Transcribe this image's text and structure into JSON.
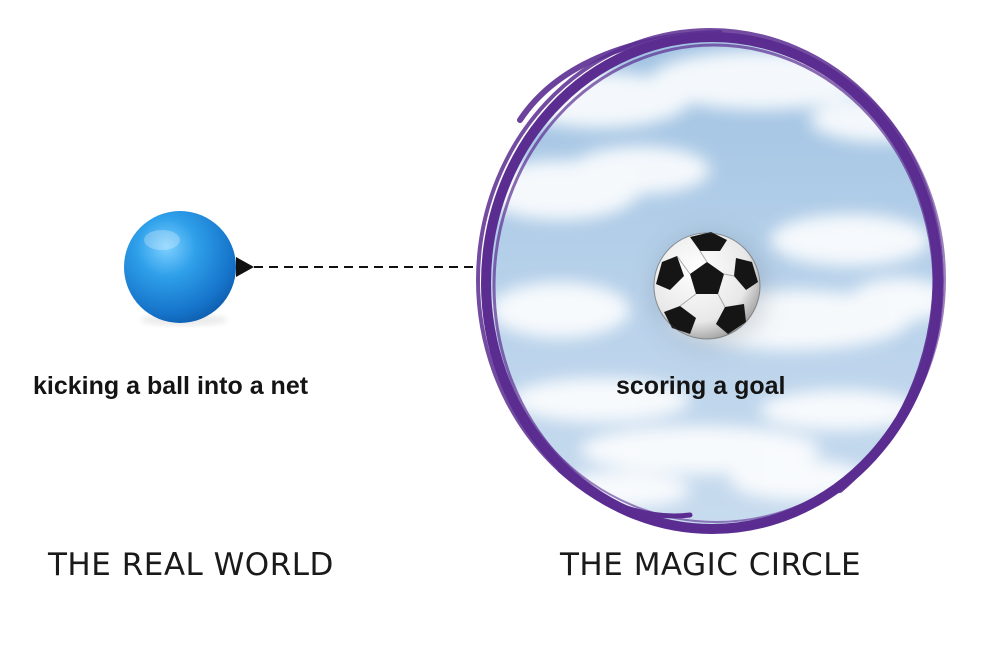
{
  "real_world": {
    "action_label": "kicking a ball into a net",
    "caption": "THE REAL WORLD",
    "icon": "blue-ball-icon"
  },
  "magic_circle": {
    "meaning_label": "scoring a goal",
    "caption": "THE MAGIC CIRCLE",
    "icon": "soccer-ball-icon",
    "background": "sky-with-clouds"
  },
  "colors": {
    "ring": "#5b2d91",
    "ball": "#1e8fe0",
    "sky": "#b9d3ea"
  }
}
